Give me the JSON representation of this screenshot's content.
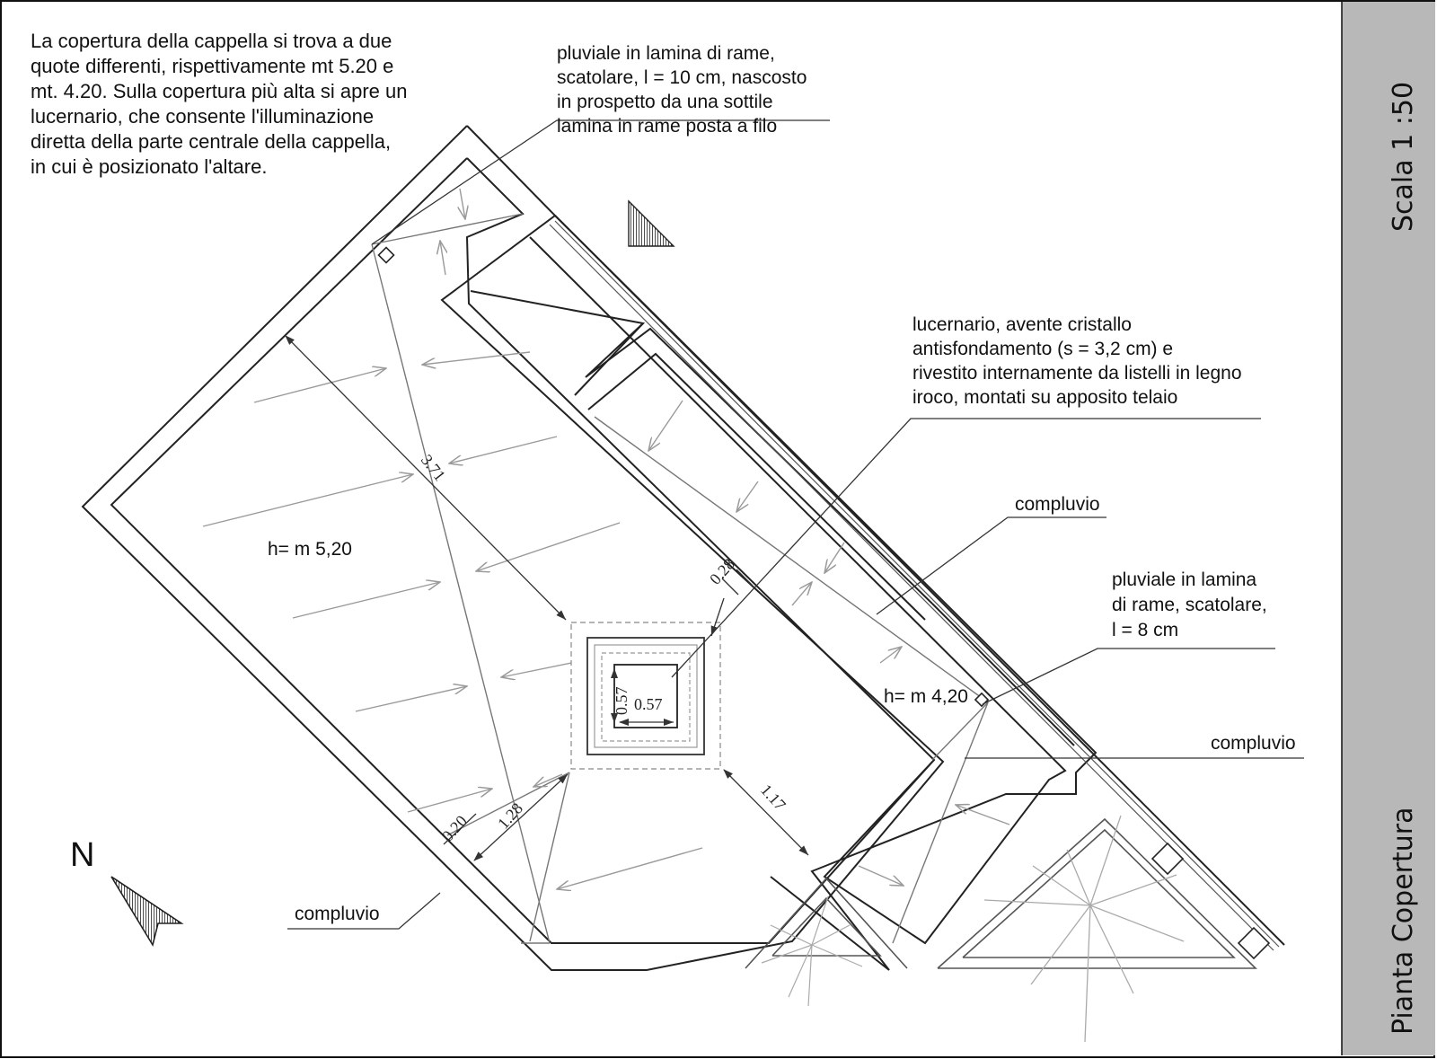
{
  "description": "La copertura della cappella si trova a due quote differenti, rispettivamente mt 5.20 e mt. 4.20. Sulla copertura più alta si apre un lucernario, che consente l'illuminazione diretta della parte centrale della cappella, in cui è posizionato l'altare.",
  "notes": {
    "pluviale_top": [
      "pluviale in lamina di rame,",
      "scatolare, l = 10 cm, nascosto",
      "in prospetto da una sottile",
      "lamina in rame posta a filo"
    ],
    "lucernario": [
      "lucernario, avente cristallo",
      "antisfondamento (s  = 3,2 cm) e",
      "rivestito internamente da listelli in legno",
      "iroco, montati su apposito telaio"
    ],
    "compluvio_right_upper": "compluvio",
    "pluviale_right": [
      "pluviale in lamina",
      "di rame, scatolare,",
      "l = 8 cm"
    ],
    "compluvio_right_lower": "compluvio",
    "compluvio_left": "compluvio"
  },
  "heights": {
    "high_roof": "h= m 5,20",
    "low_roof": "h= m 4,20"
  },
  "dimensions": {
    "diag": "3.71",
    "wall_top": "0.28",
    "sky_w": "0.57",
    "sky_h": "0.57",
    "wall_bottom": "0.20",
    "dist_left": "1.28",
    "dist_right": "1.17"
  },
  "north": "N",
  "side_panel": {
    "scale": "Scala 1 :50",
    "title": "Pianta Copertura",
    "color": "#b8b8b8"
  }
}
